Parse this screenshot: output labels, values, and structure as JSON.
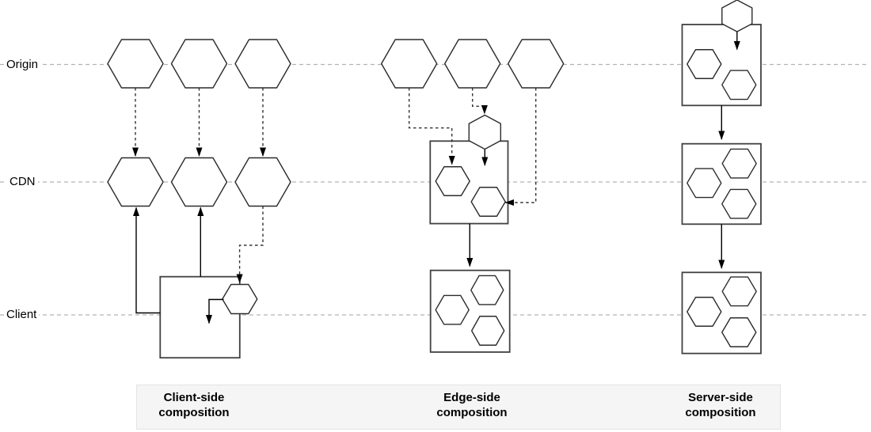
{
  "lanes": {
    "origin": "Origin",
    "cdn": "CDN",
    "client": "Client"
  },
  "sections": {
    "client_side": "Client-side\ncomposition",
    "edge_side": "Edge-side\ncomposition",
    "server_side": "Server-side\ncomposition"
  },
  "colors": {
    "background": "#ffffff",
    "hexagon_stroke": "#2b2b2b",
    "box_stroke": "#424242",
    "arrow": "#000000",
    "dashed_arrow": "#333333",
    "lane_line": "#b3b3b3",
    "band_bg": "#f5f5f5",
    "band_border": "#e4e4e4"
  }
}
